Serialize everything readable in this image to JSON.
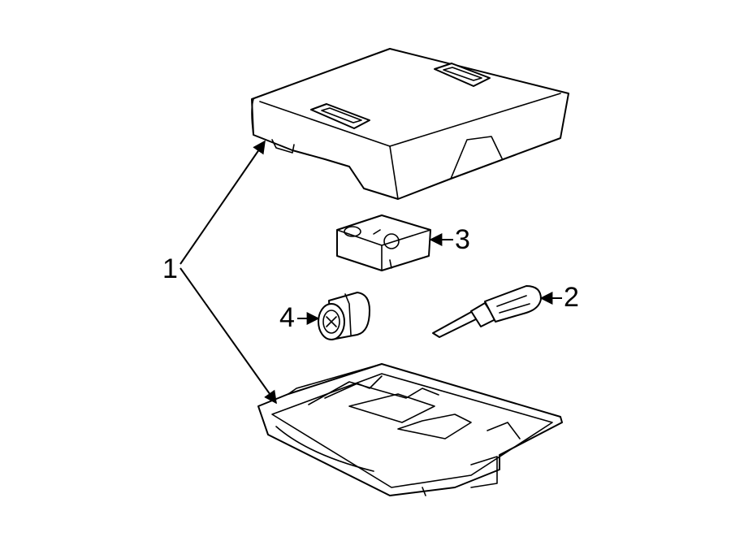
{
  "callouts": {
    "label_1": "1",
    "label_2": "2",
    "label_3": "3",
    "label_4": "4"
  },
  "colors": {
    "line": "#000000",
    "background": "#ffffff"
  }
}
